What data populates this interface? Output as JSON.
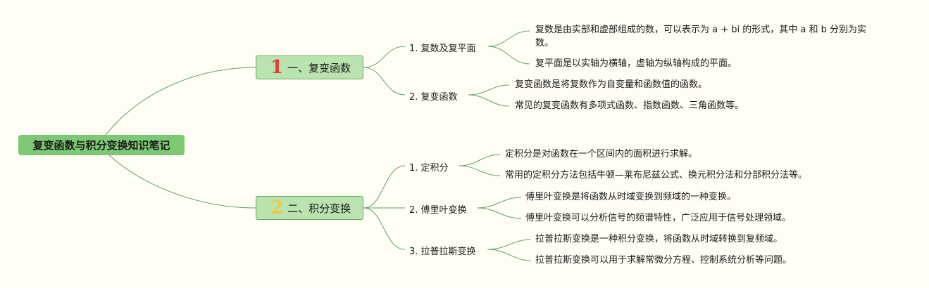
{
  "colors": {
    "background": "#fffdf4",
    "root_fill": "#7dc873",
    "topic_fill": "#b9e4b0",
    "topic_border": "#6aa862",
    "line": "#5e9e74",
    "badge_1": "#e03a3a",
    "badge_2": "#f1cc3a"
  },
  "root": {
    "label": "复变函数与积分变换知识笔记"
  },
  "topics": [
    {
      "number": "1",
      "label": "一、复变函数",
      "subs": [
        {
          "label": "1. 复数及复平面",
          "leaves": [
            "复数是由实部和虚部组成的数，可以表示为 a + bi 的形式，其中 a 和 b 分别为实数。",
            "复平面是以实轴为横轴，虚轴为纵轴构成的平面。"
          ]
        },
        {
          "label": "2. 复变函数",
          "leaves": [
            "复变函数是将复数作为自变量和函数值的函数。",
            "常见的复变函数有多项式函数、指数函数、三角函数等。"
          ]
        }
      ]
    },
    {
      "number": "2",
      "label": "二、积分变换",
      "subs": [
        {
          "label": "1. 定积分",
          "leaves": [
            "定积分是对函数在一个区间内的面积进行求解。",
            "常用的定积分方法包括牛顿—莱布尼兹公式、换元积分法和分部积分法等。"
          ]
        },
        {
          "label": "2. 傅里叶变换",
          "leaves": [
            "傅里叶变换是将函数从时域变换到频域的一种变换。",
            "傅里叶变换可以分析信号的频谱特性，广泛应用于信号处理领域。"
          ]
        },
        {
          "label": "3. 拉普拉斯变换",
          "leaves": [
            "拉普拉斯变换是一种积分变换，将函数从时域转换到复频域。",
            "拉普拉斯变换可以用于求解常微分方程、控制系统分析等问题。"
          ]
        }
      ]
    }
  ]
}
